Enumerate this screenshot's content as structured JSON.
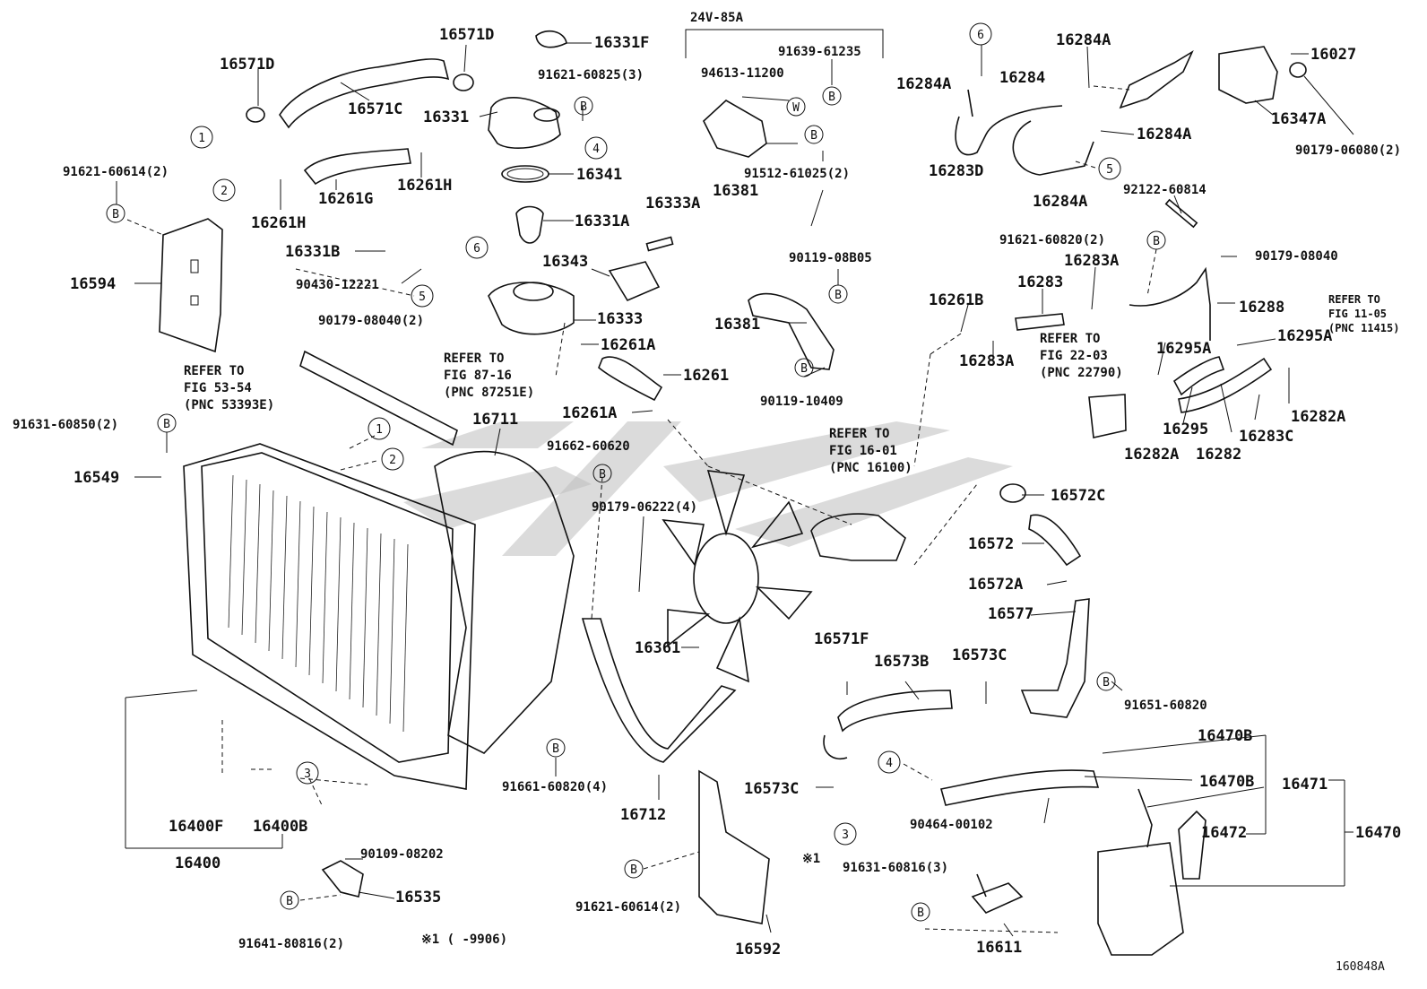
{
  "header": {
    "variant_label": "24V-85A",
    "figure_code": "160848A"
  },
  "footnote": {
    "marker": "※1",
    "range_text": "※1 (      -9906)"
  },
  "labels": {
    "p16571D_a": "16571D",
    "p16571D_b": "16571D",
    "p16571C": "16571C",
    "p16331F": "16331F",
    "p91621_60825": "91621-60825(3)",
    "p16331": "16331",
    "p16341": "16341",
    "p16261G": "16261G",
    "p16261H_a": "16261H",
    "p16261H_b": "16261H",
    "p91621_60614_a": "91621-60614(2)",
    "p16594": "16594",
    "p16331A": "16331A",
    "p16333A": "16333A",
    "p16331B": "16331B",
    "p90430_12221": "90430-12221",
    "p16343": "16343",
    "p90179_08040_a": "90179-08040(2)",
    "p16333": "16333",
    "p16261A_a": "16261A",
    "p16261": "16261",
    "p16261A_b": "16261A",
    "p91631_60850": "91631-60850(2)",
    "p16549": "16549",
    "p16711": "16711",
    "p91662_60620": "91662-60620",
    "p90179_06222": "90179-06222(4)",
    "p16361": "16361",
    "p16400F": "16400F",
    "p16400B": "16400B",
    "p16400": "16400",
    "p90109_08202": "90109-08202",
    "p16535": "16535",
    "p91641_80816": "91641-80816(2)",
    "p91661_60820": "91661-60820(4)",
    "p16712": "16712",
    "p91621_60614_b": "91621-60614(2)",
    "p16592": "16592",
    "p91639_61235": "91639-61235",
    "p94613_11200": "94613-11200",
    "p16381_a": "16381",
    "p91512_61025": "91512-61025(2)",
    "p90119_08B05": "90119-08B05",
    "p16381_b": "16381",
    "p90119_10409": "90119-10409",
    "p16284A_a": "16284A",
    "p16284A_b": "16284A",
    "p16284": "16284",
    "p16284A_c": "16284A",
    "p16283D": "16283D",
    "p16284A_d": "16284A",
    "p16027": "16027",
    "p16347A": "16347A",
    "p90179_06080": "90179-06080(2)",
    "p92122_60814": "92122-60814",
    "p91621_60820": "91621-60820(2)",
    "p16283A_a": "16283A",
    "p90179_08040_b": "90179-08040",
    "p16261B": "16261B",
    "p16283": "16283",
    "p16283A_b": "16283A",
    "p16288": "16288",
    "p16295A_a": "16295A",
    "p16295A_b": "16295A",
    "p16295": "16295",
    "p16282A_a": "16282A",
    "p16282A_b": "16282A",
    "p16282": "16282",
    "p16283C": "16283C",
    "p16572C": "16572C",
    "p16572": "16572",
    "p16572A": "16572A",
    "p16577": "16577",
    "p16571F": "16571F",
    "p16573B": "16573B",
    "p16573C_a": "16573C",
    "p16573C_b": "16573C",
    "p91651_60820": "91651-60820",
    "p16470B_a": "16470B",
    "p16470B_b": "16470B",
    "p16471": "16471",
    "p16472": "16472",
    "p16470": "16470",
    "p90464_00102": "90464-00102",
    "p91631_60816": "91631-60816(3)",
    "p16611": "16611"
  },
  "refers": {
    "fig53": [
      "REFER TO",
      "FIG 53-54",
      "(PNC 53393E)"
    ],
    "fig87": [
      "REFER TO",
      "FIG 87-16",
      "(PNC 87251E)"
    ],
    "fig16": [
      "REFER TO",
      "FIG 16-01",
      "(PNC 16100)"
    ],
    "fig22": [
      "REFER TO",
      "FIG 22-03",
      "(PNC 22790)"
    ],
    "fig11": [
      "REFER TO",
      "FIG 11-05",
      "(PNC 11415)"
    ]
  },
  "callouts": {
    "c1a": "1",
    "c2a": "2",
    "c4a": "4",
    "c6a": "6",
    "c5a": "5",
    "c1b": "1",
    "c2b": "2",
    "c3a": "3",
    "c6b": "6",
    "c5b": "5",
    "c3b": "3",
    "c4b": "4",
    "b": "B",
    "w": "W"
  }
}
